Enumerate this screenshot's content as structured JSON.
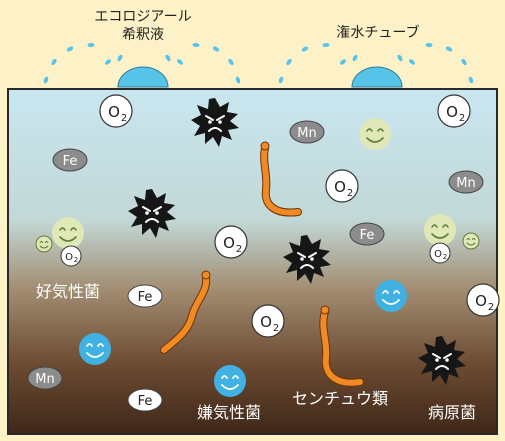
{
  "top_labels": {
    "dilution_line1": "エコロジアール",
    "dilution_line2": "希釈液",
    "irrigation_tube": "潅水チューブ"
  },
  "labels": {
    "aerobic": "好気性菌",
    "anaerobic": "嫌気性菌",
    "nematode": "センチュウ類",
    "pathogen": "病原菌"
  },
  "chips": {
    "o2_main": "O",
    "o2_sub": "2",
    "fe": "Fe",
    "mn": "Mn"
  },
  "colors": {
    "background": "#fdf1c8",
    "soil_top": "#c9e6f0",
    "soil_bottom": "#3f2718",
    "drop_blue": "#58c3e8",
    "nematode_orange": "#f08a24",
    "aerobic_green": "#dfe8b6",
    "anaerobic_blue": "#3fb1e3",
    "pathogen_black": "#161616",
    "metal_gray": "#8c8c8c"
  }
}
